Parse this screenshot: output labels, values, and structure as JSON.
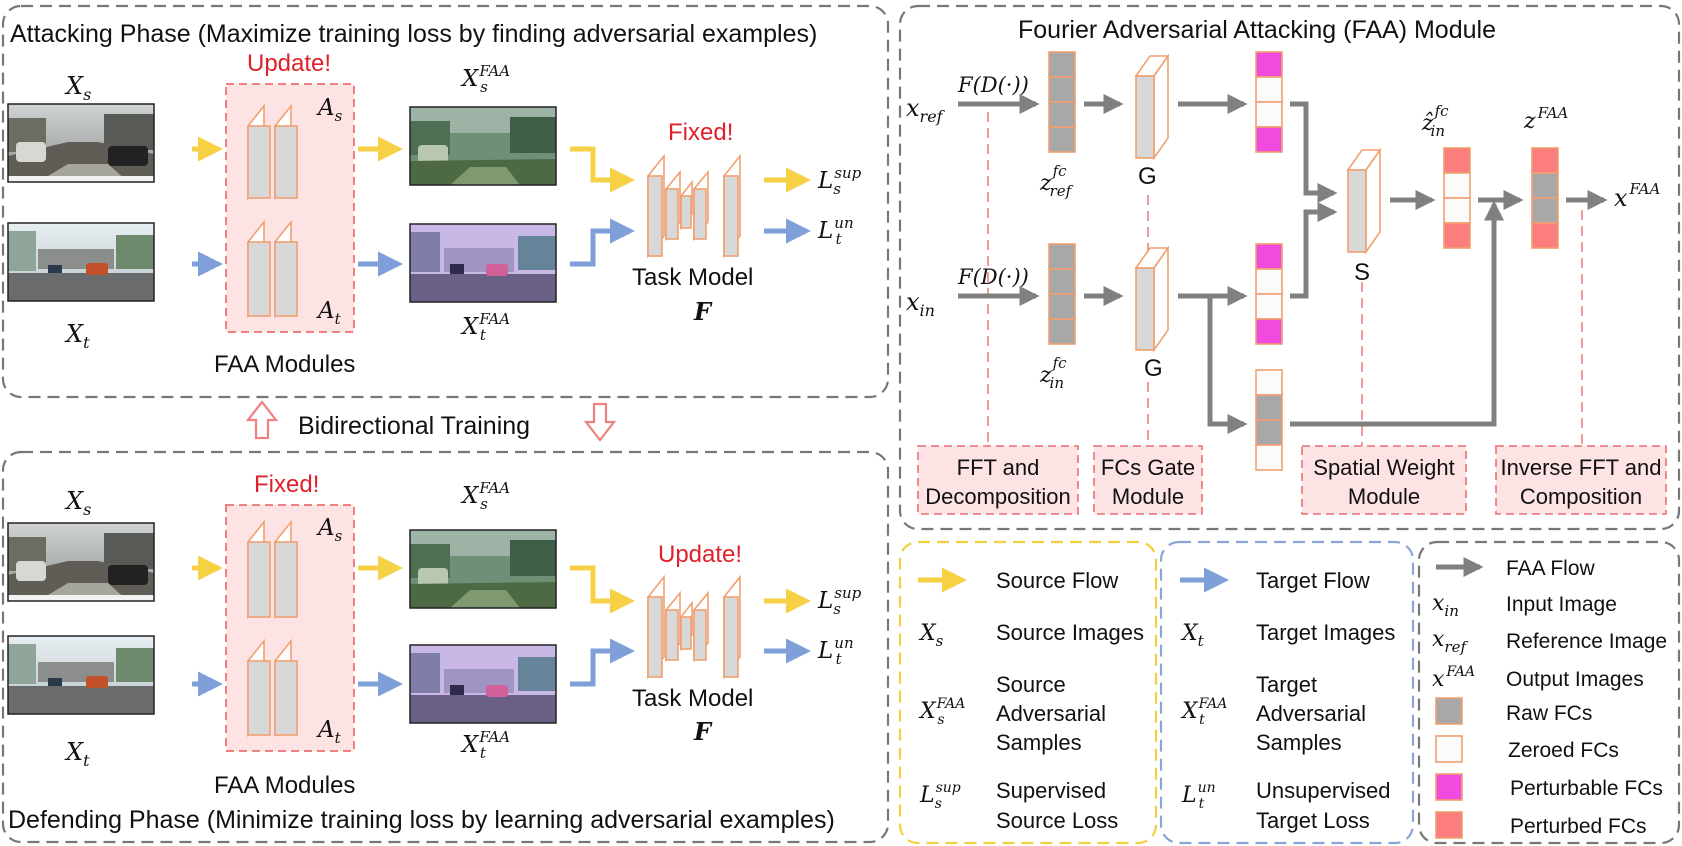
{
  "attack": {
    "title": "Attacking Phase (Maximize training loss by finding adversarial examples)",
    "module_status": "Update!",
    "model_status": "Fixed!"
  },
  "defend": {
    "title": "Defending Phase (Minimize training loss by learning adversarial examples)",
    "module_status": "Fixed!",
    "model_status": "Update!"
  },
  "common": {
    "Xs_base": "X",
    "Xs_sub": "s",
    "Xt_base": "X",
    "Xt_sub": "t",
    "As_base": "A",
    "As_sub": "s",
    "At_base": "A",
    "At_sub": "t",
    "XsFAA_base": "X",
    "XsFAA_sub": "s",
    "XsFAA_sup": "FAA",
    "XtFAA_base": "X",
    "XtFAA_sub": "t",
    "XtFAA_sup": "FAA",
    "Ls_base": "L",
    "Ls_sub": "s",
    "Ls_sup": "sup",
    "Lt_base": "L",
    "Lt_sub": "t",
    "Lt_sup": "un",
    "faa_modules_label": "FAA Modules",
    "task_model_label": "Task Model",
    "task_model_symbol": "F"
  },
  "bidirectional_label": "Bidirectional Training",
  "faa": {
    "title": "Fourier Adversarial Attacking (FAA) Module",
    "xref_base": "x",
    "xref_sub": "ref",
    "xin_base": "x",
    "xin_sub": "in",
    "fd_label": "F(D(·))",
    "zref_base": "z",
    "zref_sub": "ref",
    "zref_sup": "fc",
    "zin_base": "z",
    "zin_sub": "in",
    "zin_sup": "fc",
    "g_label": "G",
    "s_label": "S",
    "zhat_base": "ẑ",
    "zhat_sub": "in",
    "zhat_sup": "fc",
    "zfaa_base": "z",
    "zfaa_sup": "FAA",
    "xfaa_base": "x",
    "xfaa_sup": "FAA",
    "box_fft_1": "FFT and",
    "box_fft_2": "Decomposition",
    "box_gate_1": "FCs Gate",
    "box_gate_2": "Module",
    "box_sw_1": "Spatial Weight",
    "box_sw_2": "Module",
    "box_ifft_1": "Inverse FFT and",
    "box_ifft_2": "Composition"
  },
  "legend_source": {
    "flow": "Source Flow",
    "images": "Source Images",
    "adv_1": "Source",
    "adv_2": "Adversarial",
    "adv_3": "Samples",
    "loss_1": "Supervised",
    "loss_2": "Source Loss"
  },
  "legend_target": {
    "flow": "Target Flow",
    "images": "Target Images",
    "adv_1": "Target",
    "adv_2": "Adversarial",
    "adv_3": "Samples",
    "loss_1": "Unsupervised",
    "loss_2": "Target Loss"
  },
  "legend_faa": {
    "flow": "FAA Flow",
    "input": "Input Image",
    "reference": "Reference Image",
    "output": "Output Images",
    "raw": "Raw FCs",
    "zeroed": "Zeroed FCs",
    "perturbable": "Perturbable FCs",
    "perturbed": "Perturbed FCs"
  },
  "colors": {
    "source_flow": "#f7d145",
    "target_flow": "#7e9fd8",
    "faa_flow": "#808080",
    "raw_fc": "#a8a8a8",
    "zeroed_fc": "#fbfbfb",
    "perturbable_fc": "#f04adf",
    "perturbed_fc": "#fb7d7d",
    "block_border": "#f0a070",
    "module_fill": "#fde3e3",
    "module_border": "#ee8080"
  }
}
